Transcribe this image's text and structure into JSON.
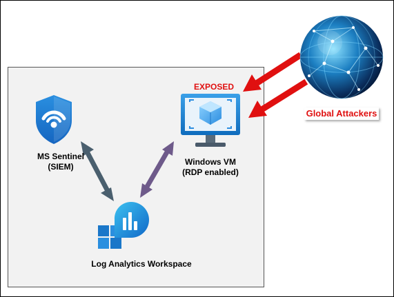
{
  "diagram": {
    "nodes": {
      "sentinel": {
        "line1": "MS Sentinel",
        "line2": "(SIEM)",
        "icon": "shield-wifi-icon"
      },
      "vm": {
        "line1": "Windows VM",
        "line2": "(RDP enabled)",
        "icon": "monitor-cube-icon"
      },
      "law": {
        "label": "Log Analytics Workspace",
        "icon": "analytics-chart-icon"
      },
      "exposed": {
        "label": "EXPOSED"
      },
      "attackers": {
        "label": "Global Attackers",
        "icon": "globe-network-icon"
      }
    },
    "edges": [
      {
        "from": "sentinel",
        "to": "law",
        "style": "double-arrow",
        "color": "#4a5f6e"
      },
      {
        "from": "vm",
        "to": "law",
        "style": "double-arrow",
        "color": "#6e5a8a"
      },
      {
        "from": "attackers",
        "to": "vm",
        "style": "arrow",
        "color": "#e01010"
      },
      {
        "from": "attackers",
        "to": "vm",
        "style": "arrow",
        "color": "#e01010"
      }
    ],
    "colors": {
      "exposed": "#e01010",
      "attackers_text": "#e01010",
      "azure_blue": "#1f8fd8",
      "boundary_fill": "#f2f2f2"
    }
  }
}
